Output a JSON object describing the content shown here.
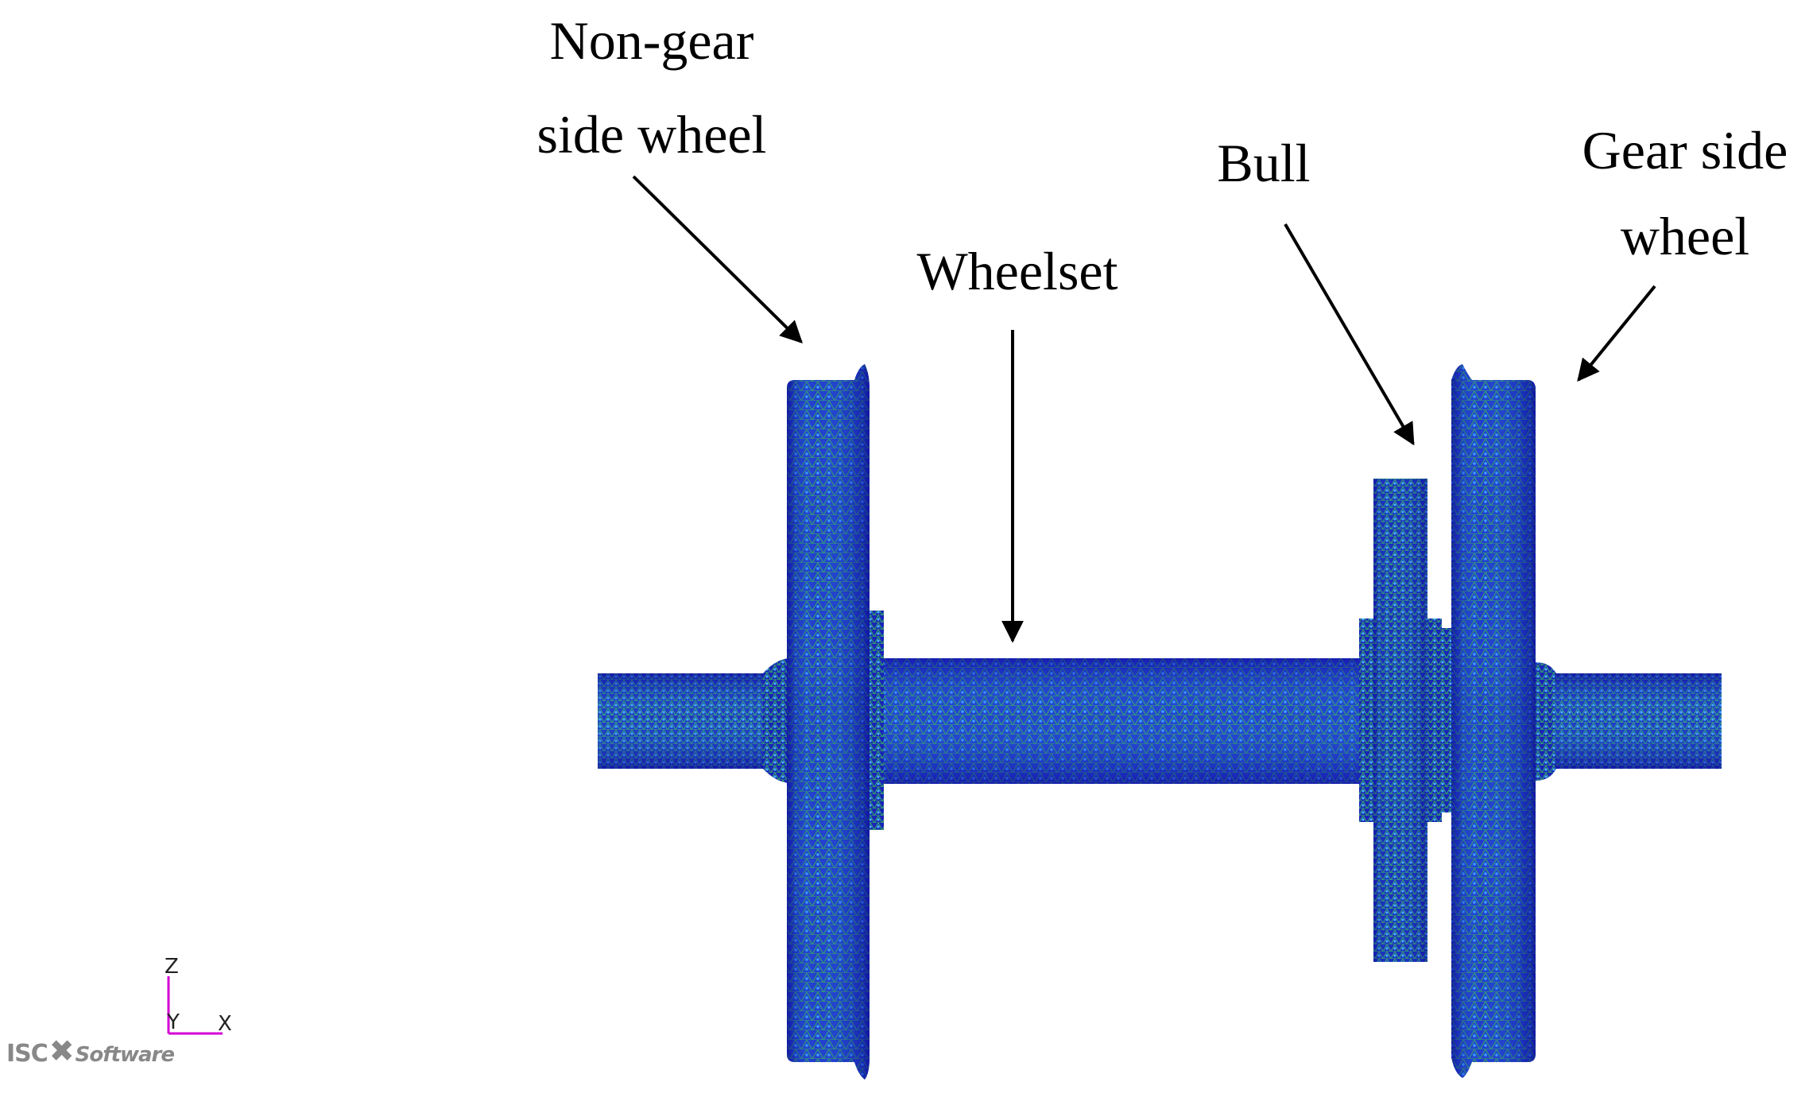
{
  "labels": {
    "non_gear_line1": "Non-gear",
    "non_gear_line2": "side wheel",
    "wheelset": "Wheelset",
    "bull": "Bull",
    "gear_side_line1": "Gear side",
    "gear_side_line2": "wheel"
  },
  "triad": {
    "z": "Z",
    "y": "Y",
    "x": "X"
  },
  "logo": {
    "part1": "ISC",
    "part2": "Software"
  },
  "colors": {
    "mesh_dark": "#1a1ab8",
    "mesh_light": "#2a8fd8",
    "mesh_green": "#2f8f6a",
    "triad": "#d400d4"
  }
}
